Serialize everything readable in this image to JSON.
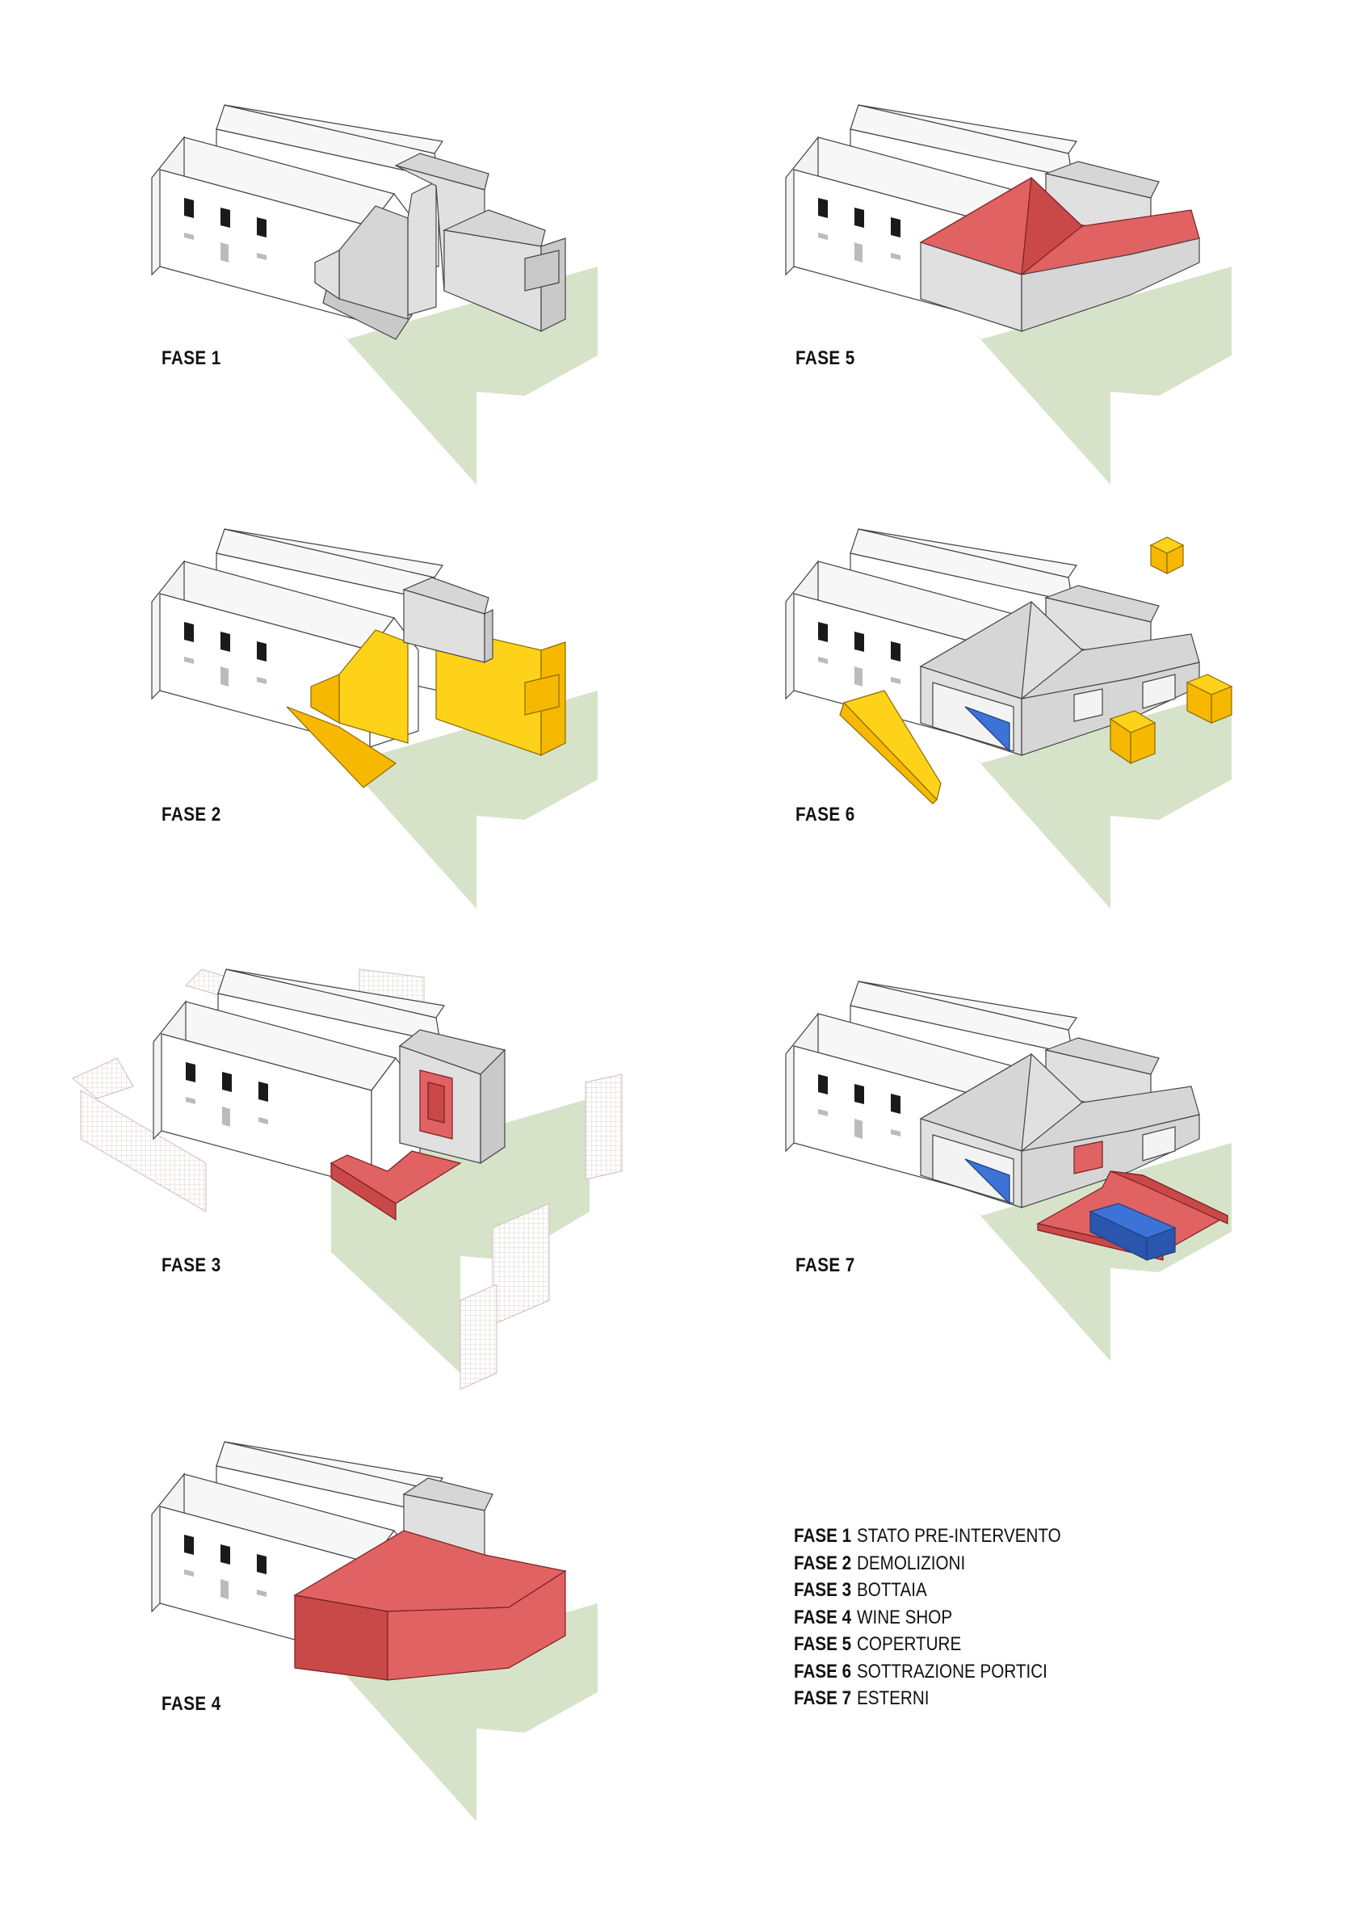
{
  "phases": [
    {
      "label": "FASE 1"
    },
    {
      "label": "FASE 2"
    },
    {
      "label": "FASE 3"
    },
    {
      "label": "FASE 4"
    },
    {
      "label": "FASE 5"
    },
    {
      "label": "FASE 6"
    },
    {
      "label": "FASE 7"
    }
  ],
  "legend": [
    {
      "code": "FASE 1",
      "desc": "STATO PRE-INTERVENTO"
    },
    {
      "code": "FASE 2",
      "desc": "DEMOLIZIONI"
    },
    {
      "code": "FASE 3",
      "desc": "BOTTAIA"
    },
    {
      "code": "FASE 4",
      "desc": "WINE SHOP"
    },
    {
      "code": "FASE 5",
      "desc": "COPERTURE"
    },
    {
      "code": "FASE 6",
      "desc": "SOTTRAZIONE PORTICI"
    },
    {
      "code": "FASE 7",
      "desc": "ESTERNI"
    }
  ],
  "colors": {
    "ground": "#d6e3c9",
    "demolition": "#ffd21a",
    "new_volume": "#e06262",
    "water": "#3d73d6",
    "existing": "#ffffff",
    "annex": "#d6d6d6"
  }
}
